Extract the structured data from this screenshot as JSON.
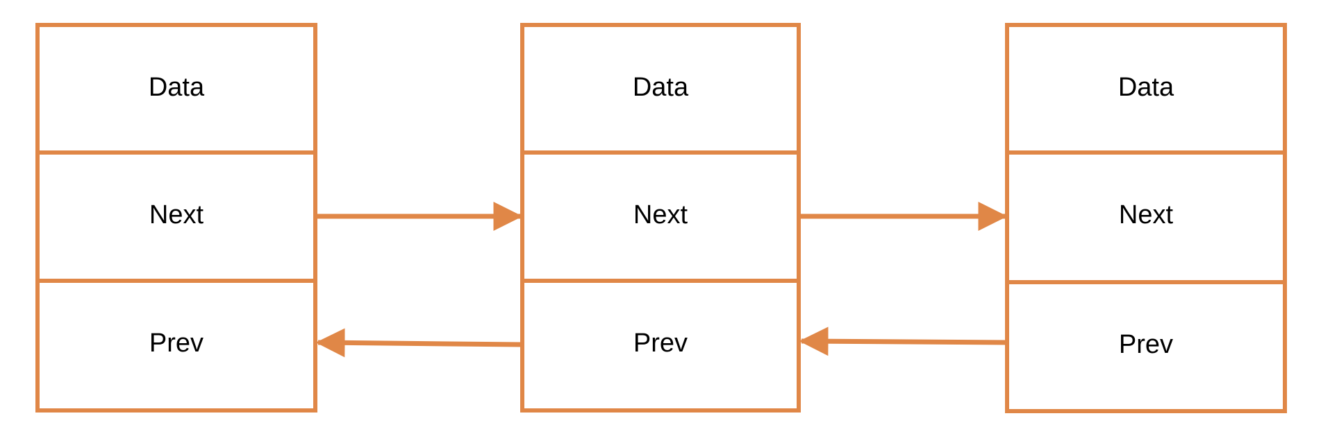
{
  "colors": {
    "stroke": "#E08747",
    "text": "#000000",
    "background": "#FFFFFF"
  },
  "nodes": [
    {
      "data_label": "Data",
      "next_label": "Next",
      "prev_label": "Prev"
    },
    {
      "data_label": "Data",
      "next_label": "Next",
      "prev_label": "Prev"
    },
    {
      "data_label": "Data",
      "next_label": "Next",
      "prev_label": "Prev"
    }
  ]
}
